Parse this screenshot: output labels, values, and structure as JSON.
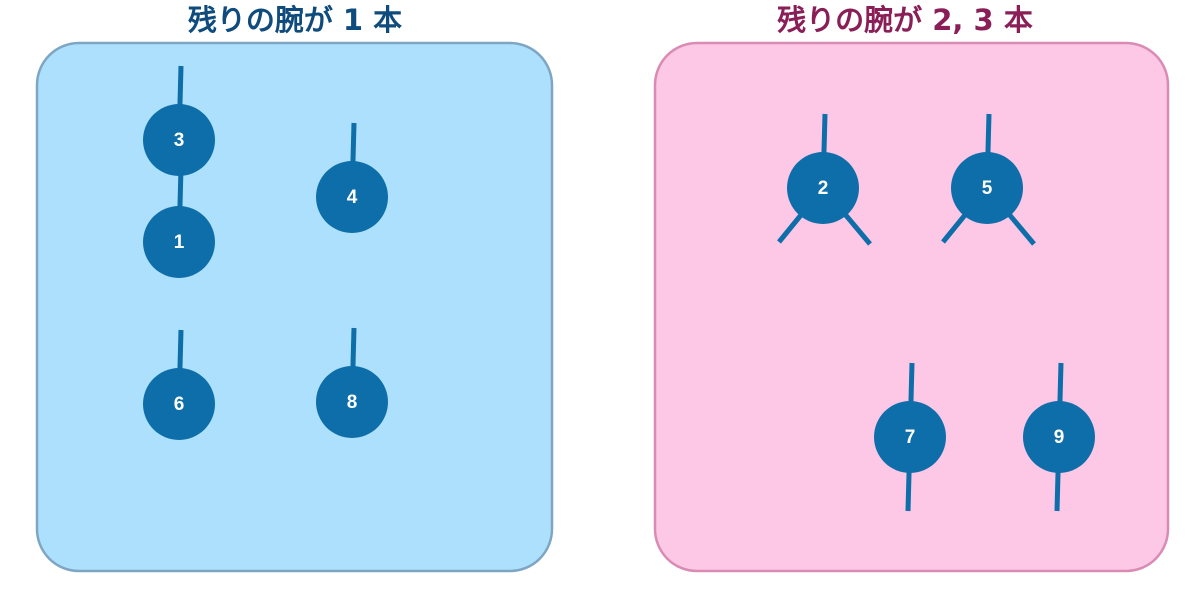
{
  "colors": {
    "node_fill": "#0d6ea9",
    "arm_stroke": "#0d6ea9",
    "label_text": "#ffffff",
    "left_title_text": "#0f4c7d",
    "right_title_text": "#8a1e57",
    "left_panel_fill": "#ade0fc",
    "left_panel_border": "#7ea6c4",
    "right_panel_fill": "#fdc7e6",
    "right_panel_border": "#d98bb3"
  },
  "panels": {
    "left": {
      "title": "残りの腕が 1 本",
      "nodes": [
        {
          "label": "3",
          "arms": [
            "up"
          ]
        },
        {
          "label": "1",
          "arms": [
            "up"
          ]
        },
        {
          "label": "4",
          "arms": [
            "up"
          ]
        },
        {
          "label": "6",
          "arms": [
            "up"
          ]
        },
        {
          "label": "8",
          "arms": [
            "up"
          ]
        }
      ]
    },
    "right": {
      "title": "残りの腕が 2, 3 本",
      "nodes": [
        {
          "label": "2",
          "arms": [
            "up",
            "down-left",
            "down-right"
          ]
        },
        {
          "label": "5",
          "arms": [
            "up",
            "down-left",
            "down-right"
          ]
        },
        {
          "label": "7",
          "arms": [
            "up",
            "down"
          ]
        },
        {
          "label": "9",
          "arms": [
            "up",
            "down"
          ]
        }
      ]
    }
  }
}
